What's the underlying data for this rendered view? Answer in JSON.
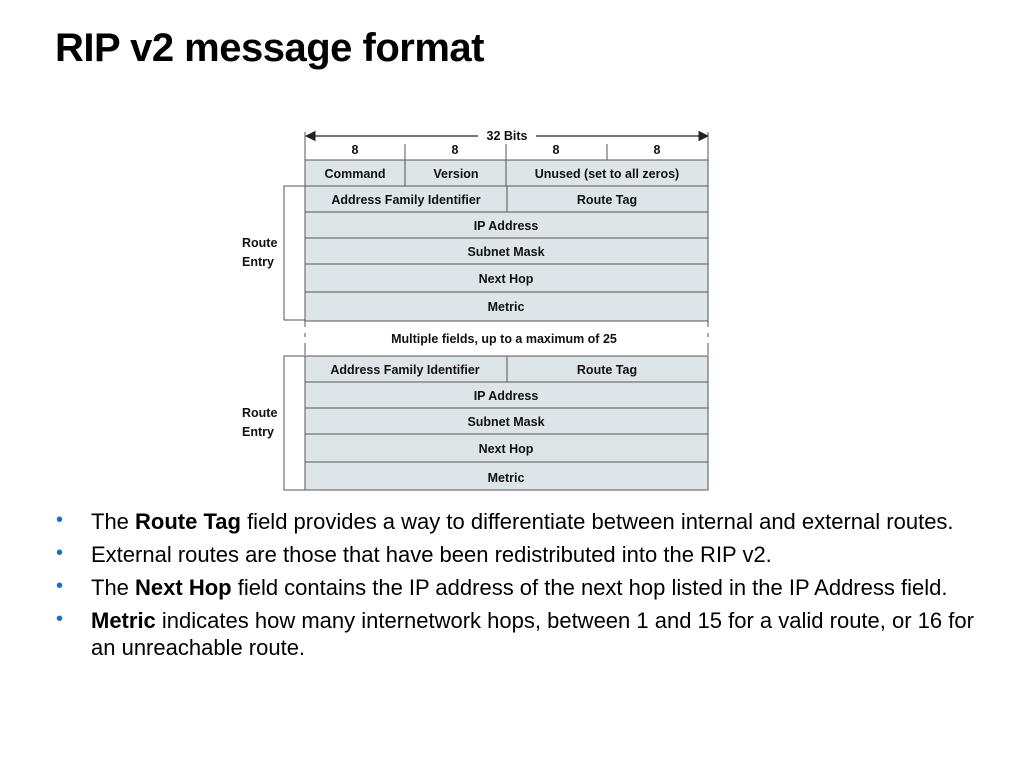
{
  "title": "RIP v2 message format",
  "diagram": {
    "width_label": "32 Bits",
    "octets": [
      "8",
      "8",
      "8",
      "8"
    ],
    "header": {
      "command": "Command",
      "version": "Version",
      "unused": "Unused (set to all zeros)"
    },
    "route_entry_label": [
      "Route",
      "Entry"
    ],
    "entry_fields": {
      "afi": "Address Family Identifier",
      "route_tag": "Route Tag",
      "ip_address": "IP Address",
      "subnet_mask": "Subnet Mask",
      "next_hop": "Next Hop",
      "metric": "Metric"
    },
    "separator": "Multiple fields, up to a maximum of 25"
  },
  "bullets": [
    {
      "pre": "The ",
      "bold": "Route Tag",
      "post": " field provides a way to differentiate between internal and external routes."
    },
    {
      "pre": "External routes are those that have been redistributed into the RIP v2.",
      "bold": "",
      "post": ""
    },
    {
      "pre": "The ",
      "bold": "Next Hop",
      "post": " field contains the IP address of the next hop listed in the IP Address field."
    },
    {
      "pre": "",
      "bold": "Metric",
      "post": " indicates how many internetwork hops, between 1 and 15 for a valid route, or 16 for an unreachable route."
    }
  ],
  "colors": {
    "cell_fill": "#dde5e8",
    "border": "#555555",
    "bullet": "#1a6fc2"
  }
}
